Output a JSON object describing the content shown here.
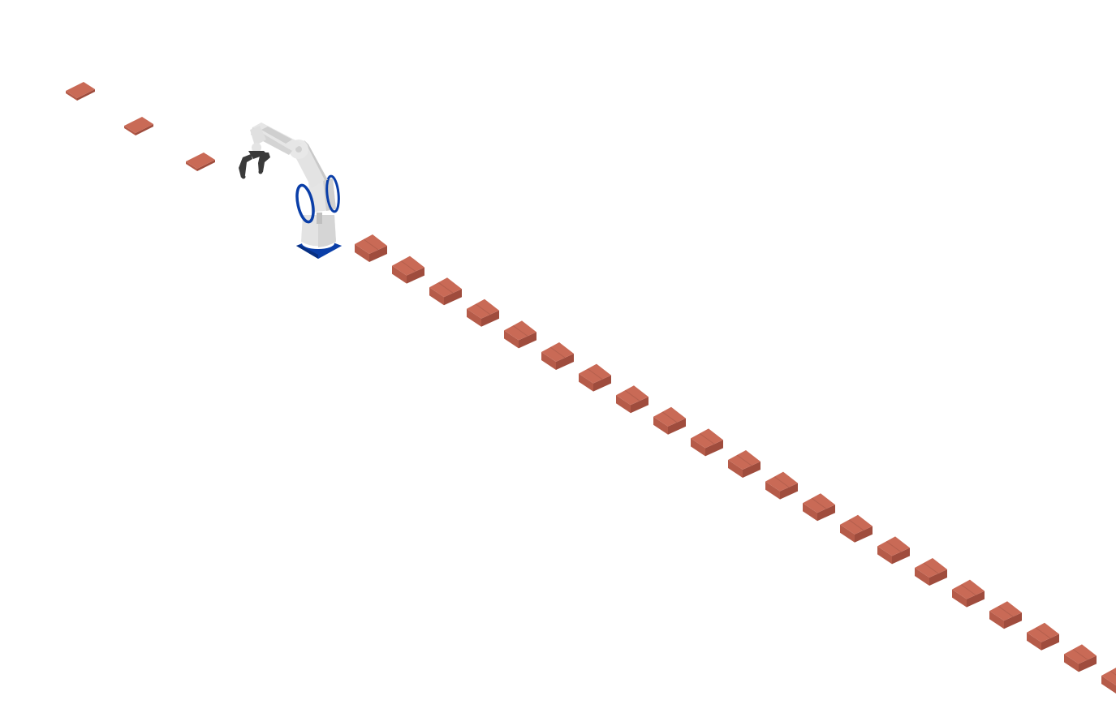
{
  "scene": {
    "background": "#ffffff",
    "robot": {
      "name": "robot-arm",
      "colors": {
        "body": "#e3e3e3",
        "shade": "#cfcfcf",
        "dark": "#3a3a3a",
        "accent": "#0a3ea8"
      }
    },
    "bricks": {
      "colors": {
        "top": "#c96a56",
        "left": "#b55b49",
        "right": "#9f4c3d"
      },
      "flat_count": 3,
      "box_count": 21,
      "cut_off_count": 1
    }
  }
}
